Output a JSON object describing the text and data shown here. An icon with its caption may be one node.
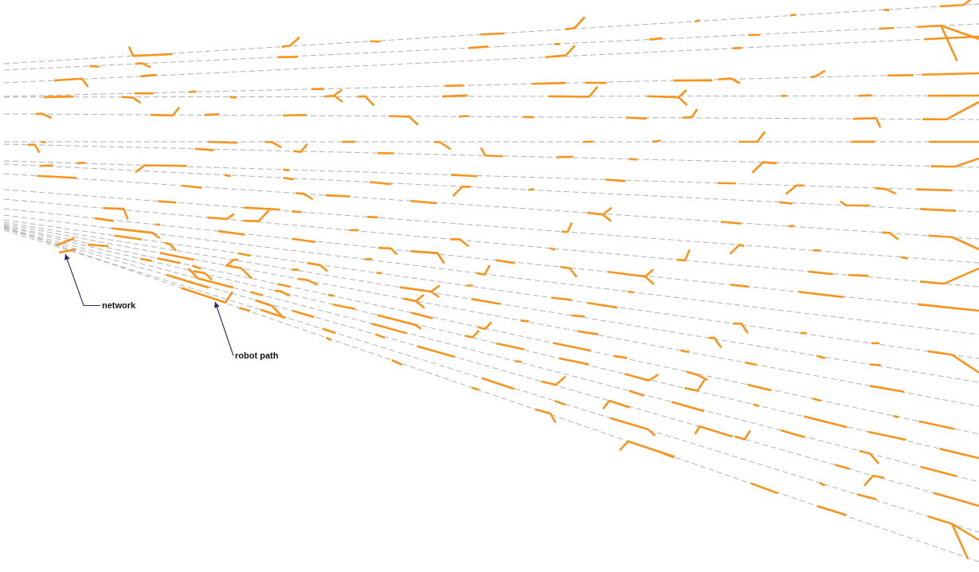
{
  "diagram": {
    "nodes": [
      {
        "text": [
          "network"
        ]
      },
      {
        "text": [
          "robot path"
        ]
      }
    ],
    "edges": [
      {
        "from": 0,
        "to": null,
        "arrow": "to"
      },
      {
        "from": 1,
        "to": null,
        "arrow": "to"
      }
    ]
  }
}
